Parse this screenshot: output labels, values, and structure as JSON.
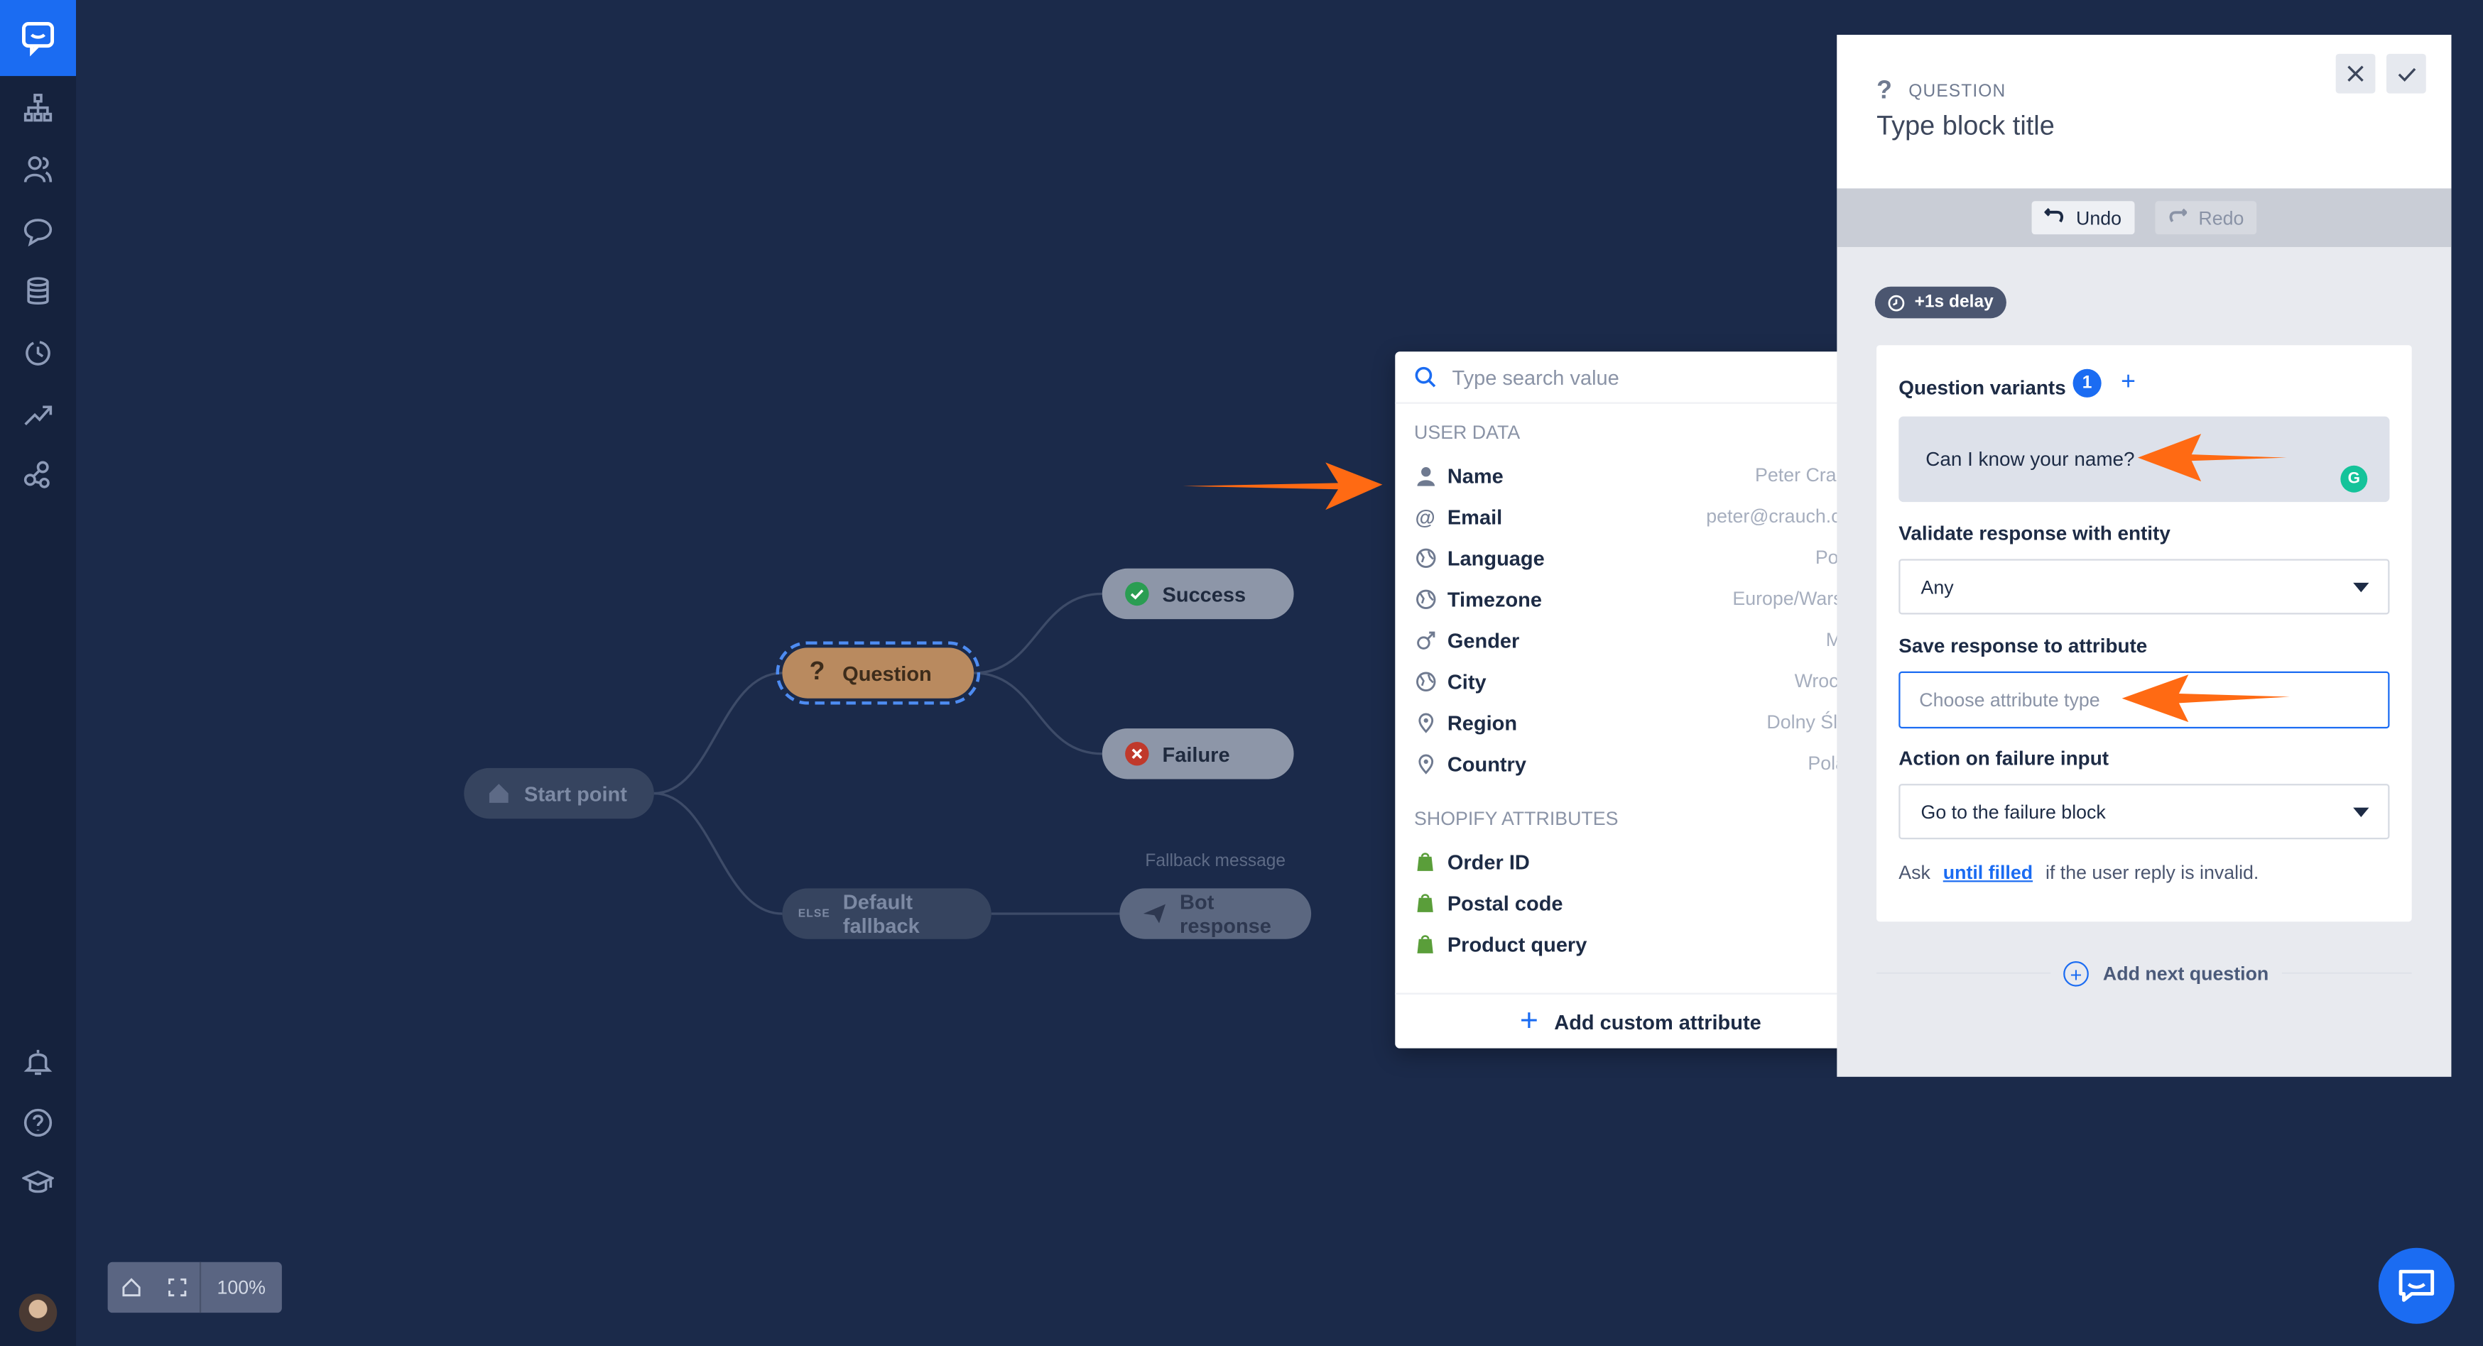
{
  "sidebar": {
    "logo_icon": "chat-logo-icon",
    "items": [
      {
        "name": "stories",
        "icon": "sitemap-icon"
      },
      {
        "name": "audience",
        "icon": "users-icon"
      },
      {
        "name": "chats",
        "icon": "chat-bubble-icon"
      },
      {
        "name": "data",
        "icon": "database-icon"
      },
      {
        "name": "history",
        "icon": "clock-icon"
      },
      {
        "name": "reports",
        "icon": "trend-icon"
      },
      {
        "name": "integrations",
        "icon": "nodes-icon"
      }
    ],
    "bottom_items": [
      {
        "name": "notifications",
        "icon": "bell-icon"
      },
      {
        "name": "help",
        "icon": "question-circle-icon"
      },
      {
        "name": "academy",
        "icon": "graduation-cap-icon"
      }
    ]
  },
  "flow": {
    "start_label": "Start point",
    "question_label": "Question",
    "success_label": "Success",
    "failure_label": "Failure",
    "fallback_else": "ELSE",
    "fallback_label": "Default fallback",
    "fallback_caption": "Fallback message",
    "bot_response_label": "Bot response"
  },
  "zoom": {
    "level": "100%"
  },
  "dropdown": {
    "search_placeholder": "Type search value",
    "user_data_heading": "USER DATA",
    "user_data": [
      {
        "label": "Name",
        "value": "Peter Crauch",
        "icon": "person-icon"
      },
      {
        "label": "Email",
        "value": "peter@crauch.com",
        "icon": "at-icon"
      },
      {
        "label": "Language",
        "value": "Polish",
        "icon": "globe-icon"
      },
      {
        "label": "Timezone",
        "value": "Europe/Warsaw",
        "icon": "globe-icon"
      },
      {
        "label": "Gender",
        "value": "Male",
        "icon": "gender-icon"
      },
      {
        "label": "City",
        "value": "Wroclaw",
        "icon": "globe-icon"
      },
      {
        "label": "Region",
        "value": "Dolny Śląsk",
        "icon": "pin-icon"
      },
      {
        "label": "Country",
        "value": "Poland",
        "icon": "pin-icon"
      }
    ],
    "shopify_heading": "SHOPIFY ATTRIBUTES",
    "shopify": [
      {
        "label": "Order ID",
        "icon": "shopify-icon"
      },
      {
        "label": "Postal code",
        "icon": "shopify-icon"
      },
      {
        "label": "Product query",
        "icon": "shopify-icon"
      }
    ],
    "add_custom": "Add custom attribute"
  },
  "panel": {
    "type_label": "QUESTION",
    "title": "Type block title",
    "undo": "Undo",
    "redo": "Redo",
    "delay": "+1s delay",
    "variants_label": "Question variants",
    "variants_count": "1",
    "variant_text": "Can I know your name?",
    "validate_label": "Validate response with entity",
    "validate_value": "Any",
    "save_label": "Save response to attribute",
    "save_placeholder": "Choose attribute type",
    "failure_label": "Action on failure input",
    "failure_value": "Go to the failure block",
    "ask_prefix": "Ask",
    "ask_link": "until filled",
    "ask_suffix": "if the user reply is invalid.",
    "add_next": "Add next question"
  },
  "colors": {
    "accent": "#1b6cf2",
    "canvas": "#1b2a4a",
    "annotation_arrow": "#ff6a13"
  }
}
